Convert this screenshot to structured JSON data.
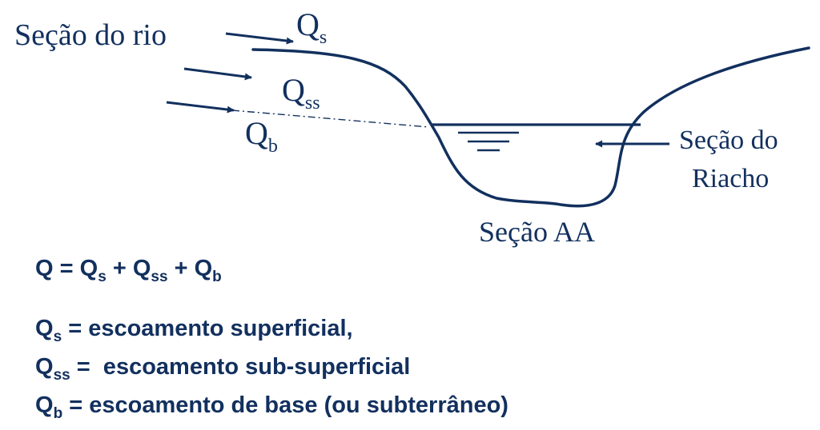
{
  "diagram": {
    "labels": {
      "river_section": "Seção do rio",
      "stream_section_line1": "Seção do",
      "stream_section_line2": "Riacho",
      "section_aa": "Seção AA"
    },
    "flows": {
      "qs": {
        "symbol": "Q",
        "subscript": "s"
      },
      "qss": {
        "symbol": "Q",
        "subscript": "ss"
      },
      "qb": {
        "symbol": "Q",
        "subscript": "b"
      }
    }
  },
  "equation": {
    "q": "Q",
    "equals": "=",
    "plus": "+",
    "terms": [
      {
        "symbol": "Q",
        "subscript": "s"
      },
      {
        "symbol": "Q",
        "subscript": "ss"
      },
      {
        "symbol": "Q",
        "subscript": "b"
      }
    ]
  },
  "definitions": [
    {
      "symbol": "Q",
      "subscript": "s",
      "text": " = escoamento superficial,"
    },
    {
      "symbol": "Q",
      "subscript": "ss",
      "text": " =  escoamento sub-superficial"
    },
    {
      "symbol": "Q",
      "subscript": "b",
      "text": " = escoamento de base (ou subterrâneo)"
    }
  ],
  "colors": {
    "ink": "#12305e",
    "background": "#ffffff"
  }
}
